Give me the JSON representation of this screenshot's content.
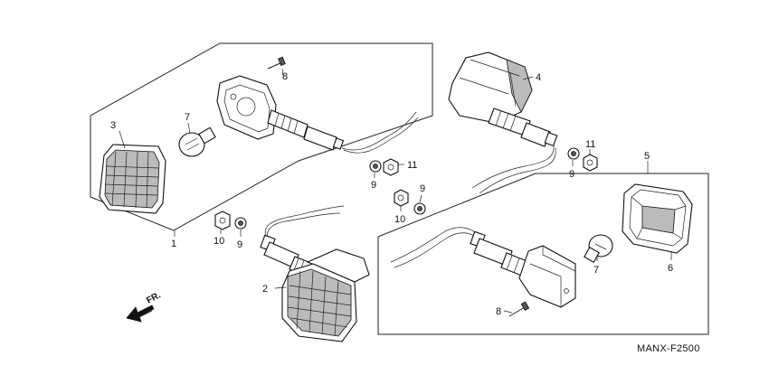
{
  "diagram_code": "MANX-F2500",
  "direction_label": "FR.",
  "callouts": {
    "c1": "1",
    "c2": "2",
    "c3": "3",
    "c4": "4",
    "c5": "5",
    "c6": "6",
    "c7a": "7",
    "c7b": "7",
    "c8a": "8",
    "c8b": "8",
    "c9a": "9",
    "c9b": "9",
    "c9c": "9",
    "c9d": "9",
    "c10a": "10",
    "c10b": "10",
    "c11a": "11",
    "c11b": "11"
  }
}
